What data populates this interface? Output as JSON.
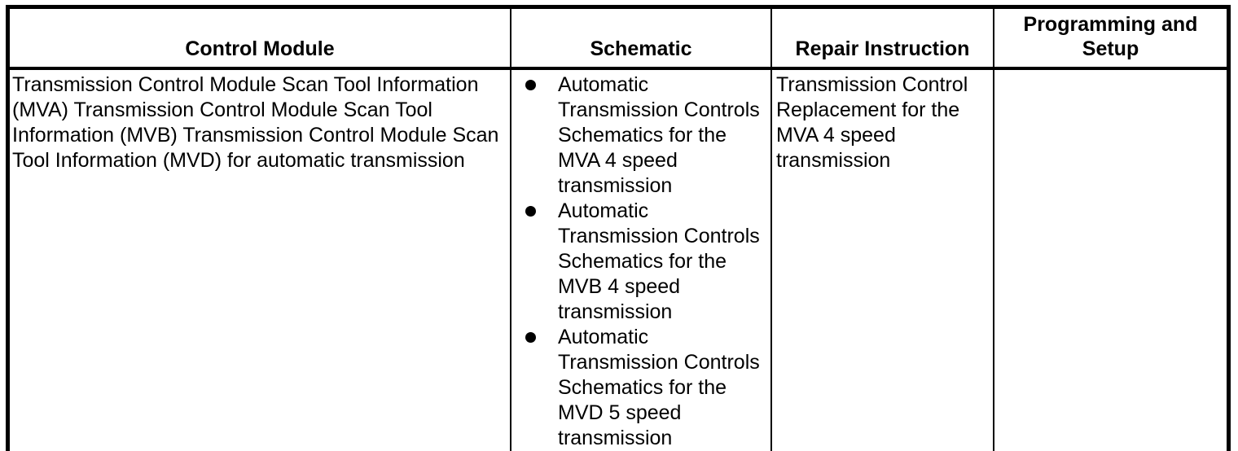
{
  "colors": {
    "border": "#000000",
    "text": "#000000",
    "background": "#ffffff"
  },
  "icons": {
    "bullet": "filled-circle"
  },
  "table": {
    "headers": [
      "Control Module",
      "Schematic",
      "Repair Instruction",
      "Programming and Setup"
    ],
    "row": {
      "control_module": "Transmission Control Module Scan Tool Information (MVA) Transmission Control Module Scan Tool Information (MVB) Transmission Control Module Scan Tool Information (MVD) for automatic transmission",
      "schematics": [
        "Automatic Transmission Controls Schematics for the MVA 4 speed transmission",
        "Automatic Transmission Controls Schematics for the MVB 4 speed transmission",
        "Automatic Transmission Controls Schematics for the MVD 5 speed transmission"
      ],
      "repair_instruction": "Transmission Control Replacement for the MVA 4 speed transmission",
      "programming_and_setup": ""
    }
  }
}
